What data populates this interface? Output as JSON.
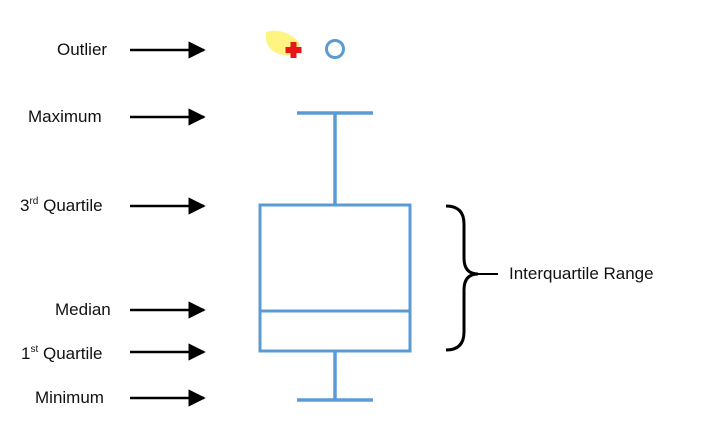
{
  "labels": {
    "outlier": "Outlier",
    "maximum": "Maximum",
    "third_quartile_prefix": "3",
    "third_quartile_sup": "rd",
    "third_quartile_suffix": " Quartile",
    "median": "Median",
    "first_quartile_prefix": "1",
    "first_quartile_sup": "st",
    "first_quartile_suffix": " Quartile",
    "minimum": "Minimum",
    "iqr": "Interquartile Range"
  },
  "colors": {
    "box": "#5b9bd5",
    "arrow": "#000000",
    "highlight": "#fff27a",
    "cross": "#e8161b"
  }
}
